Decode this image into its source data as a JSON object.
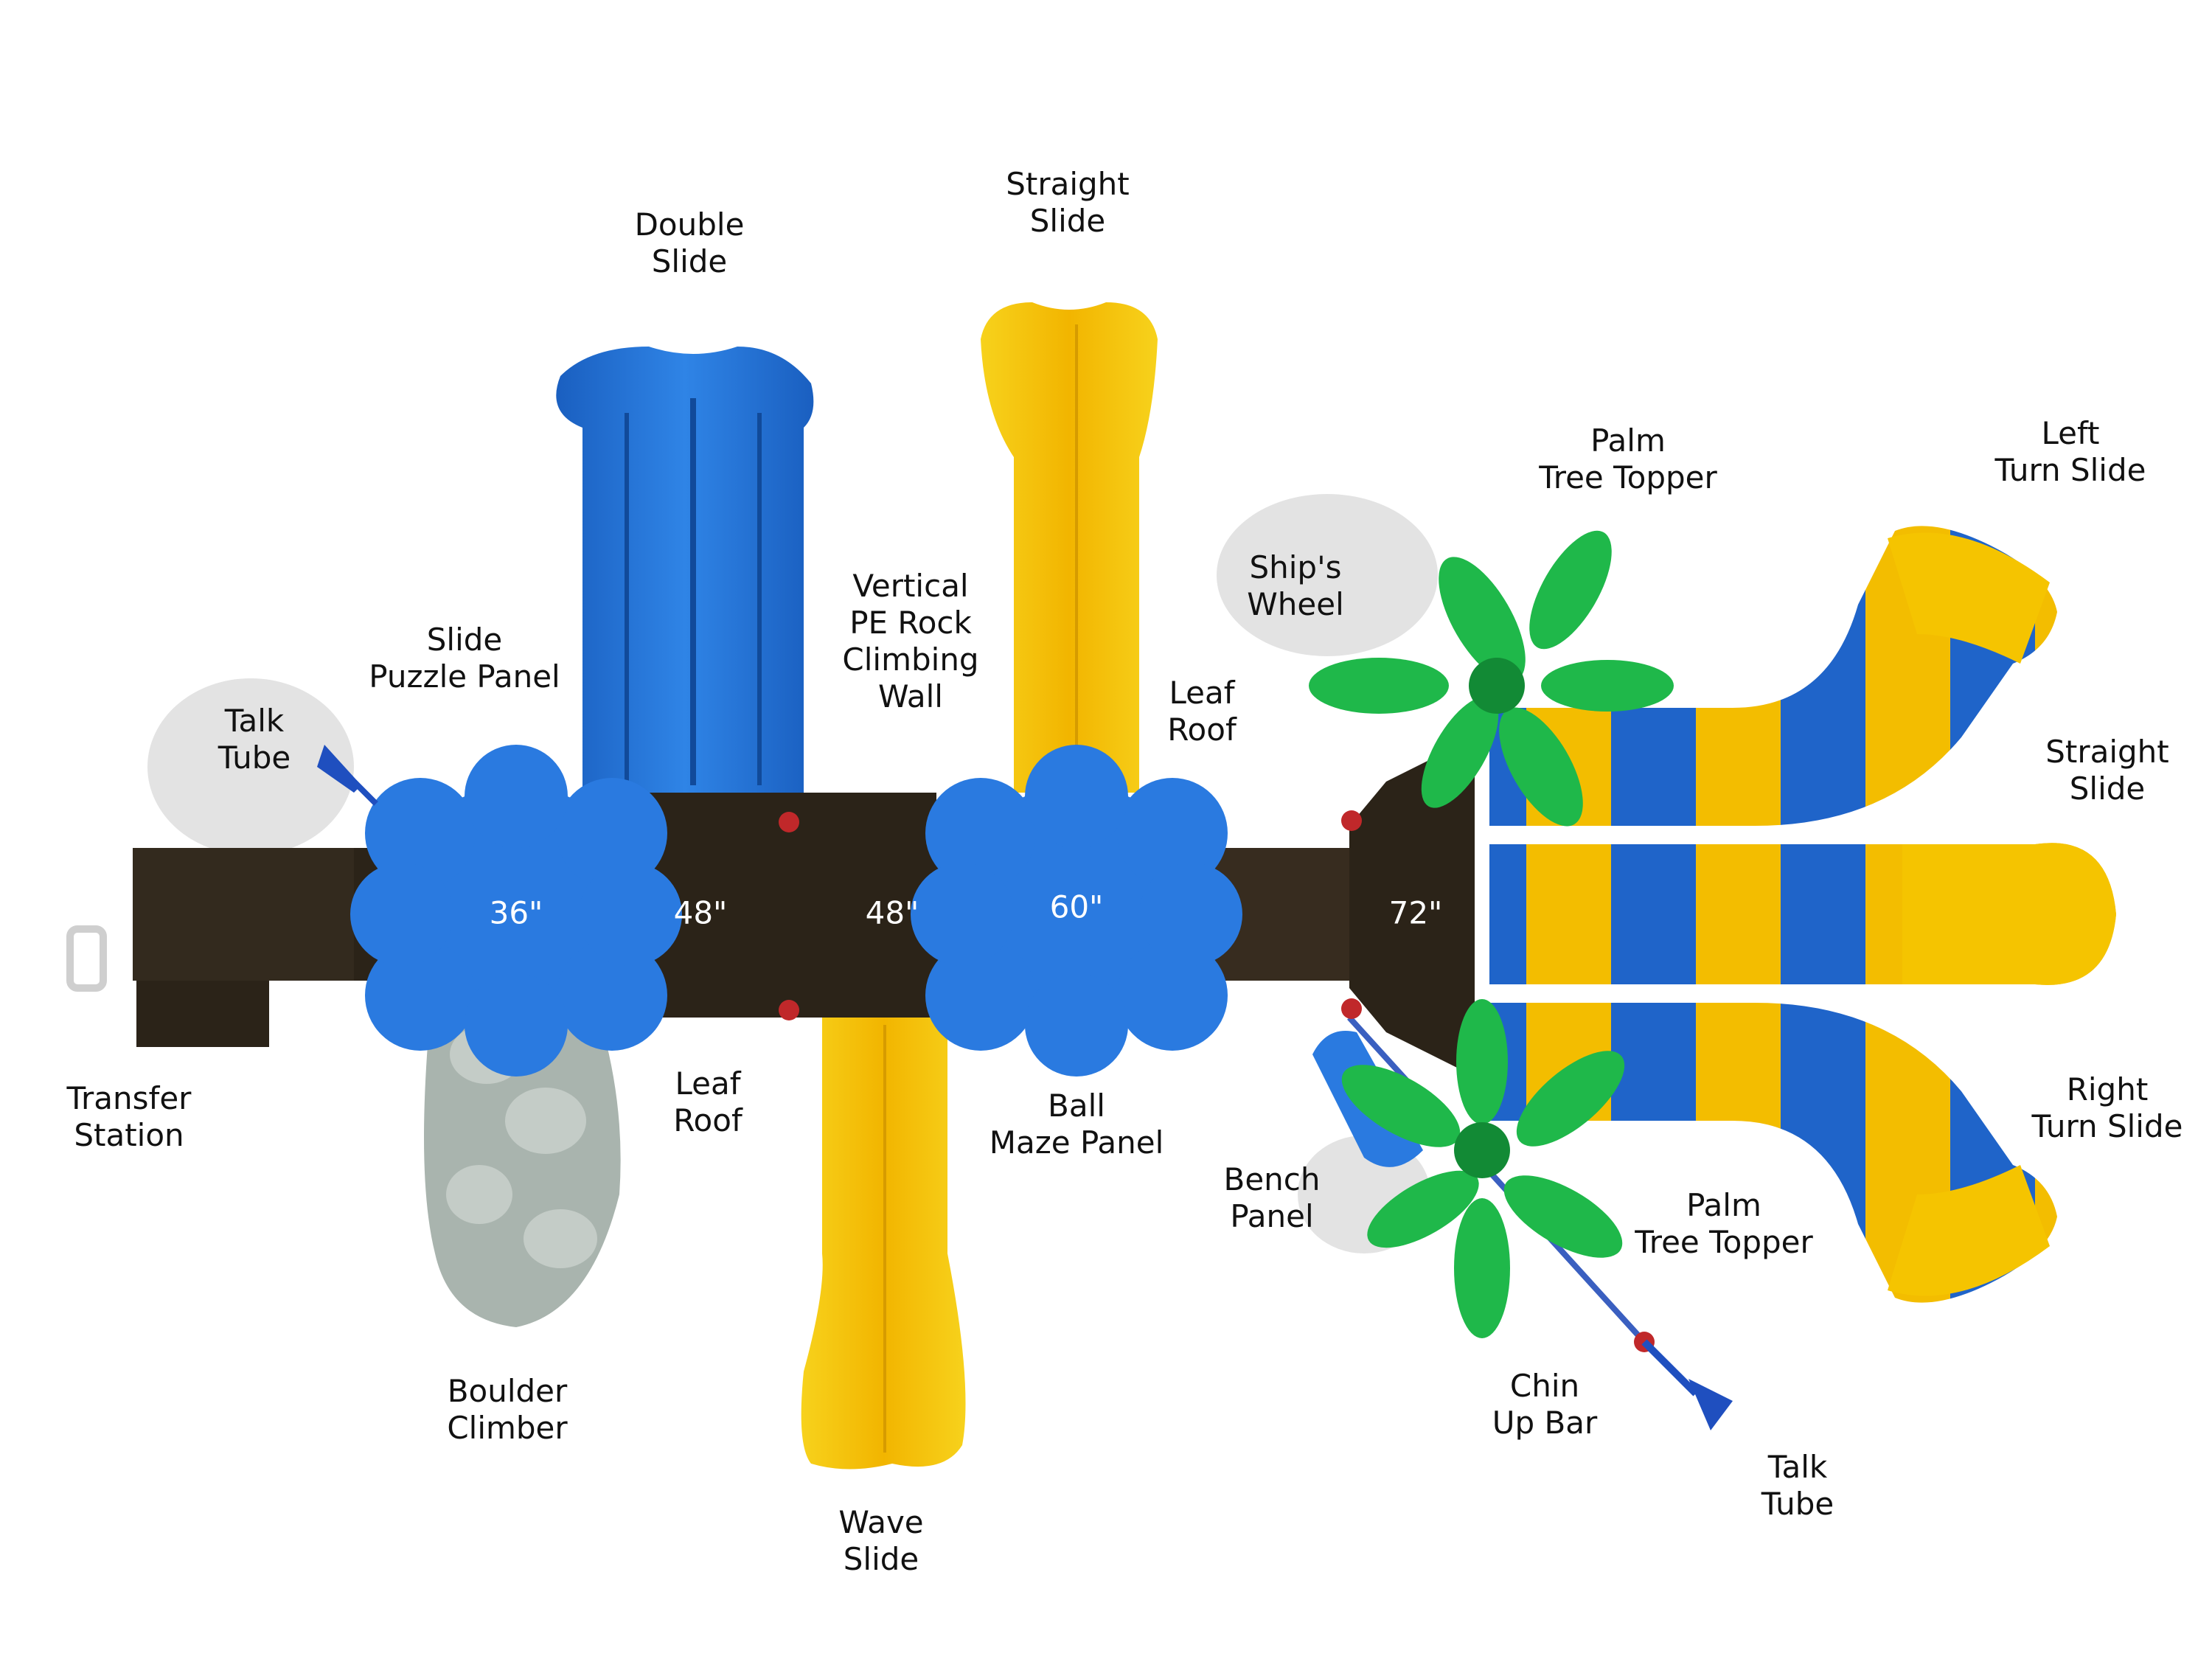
{
  "labels": {
    "double_slide": [
      "Double",
      "Slide"
    ],
    "straight_slide_top": [
      "Straight",
      "Slide"
    ],
    "vertical_rock": [
      "Vertical",
      "PE Rock",
      "Climbing",
      "Wall"
    ],
    "slide_puzzle_panel": [
      "Slide",
      "Puzzle Panel"
    ],
    "talk_tube_left": [
      "Talk",
      "Tube"
    ],
    "transfer_station": [
      "Transfer",
      "Station"
    ],
    "leaf_roof_bottom": [
      "Leaf",
      "Roof"
    ],
    "boulder_climber": [
      "Boulder",
      "Climber"
    ],
    "wave_slide": [
      "Wave",
      "Slide"
    ],
    "ball_maze_panel": [
      "Ball",
      "Maze Panel"
    ],
    "leaf_roof_top": [
      "Leaf",
      "Roof"
    ],
    "ships_wheel": [
      "Ship's",
      "Wheel"
    ],
    "palm_tree_topper_top": [
      "Palm",
      "Tree Topper"
    ],
    "left_turn_slide": [
      "Left",
      "Turn Slide"
    ],
    "straight_slide_right": [
      "Straight",
      "Slide"
    ],
    "right_turn_slide": [
      "Right",
      "Turn Slide"
    ],
    "palm_tree_topper_bottom": [
      "Palm",
      "Tree Topper"
    ],
    "bench_panel": [
      "Bench",
      "Panel"
    ],
    "chin_up_bar": [
      "Chin",
      "Up Bar"
    ],
    "talk_tube_right": [
      "Talk",
      "Tube"
    ]
  },
  "heights": {
    "deck_36": "36\"",
    "deck_48a": "48\"",
    "deck_48b": "48\"",
    "deck_60": "60\"",
    "deck_72": "72\""
  },
  "colors": {
    "blue": "#1f6fd1",
    "yellow": "#f5c400",
    "deck": "#2b2318",
    "green": "#1fb84a",
    "rock": "#a9b4ae"
  }
}
